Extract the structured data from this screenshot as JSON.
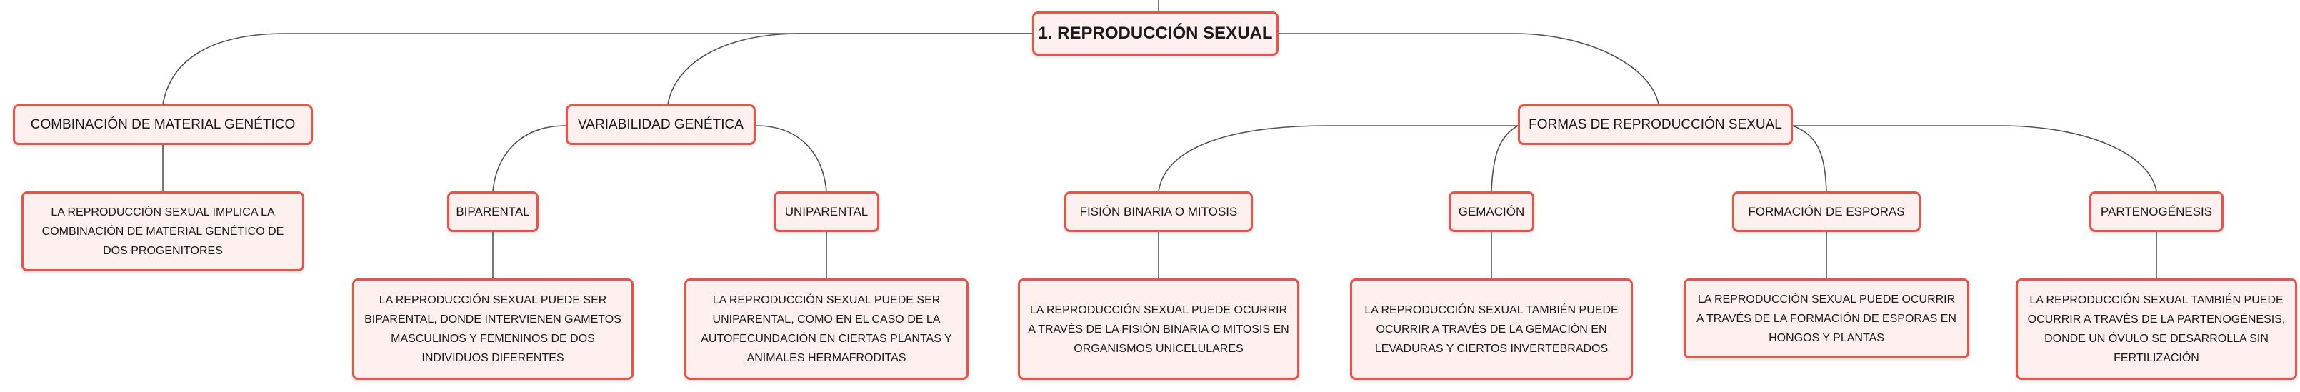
{
  "root": {
    "label": "1. REPRODUCCIÓN SEXUAL"
  },
  "combinacion": {
    "label": "COMBINACIÓN DE MATERIAL GENÉTICO",
    "text": "LA REPRODUCCIÓN SEXUAL IMPLICA LA COMBINACIÓN DE MATERIAL GENÉTICO DE DOS PROGENITORES"
  },
  "variabilidad": {
    "label": "VARIABILIDAD GENÉTICA",
    "biparental": {
      "label": "BIPARENTAL",
      "text": "LA REPRODUCCIÓN SEXUAL PUEDE SER BIPARENTAL, DONDE INTERVIENEN GAMETOS MASCULINOS Y FEMENINOS DE DOS INDIVIDUOS DIFERENTES"
    },
    "uniparental": {
      "label": "UNIPARENTAL",
      "text": "LA REPRODUCCIÓN SEXUAL PUEDE SER UNIPARENTAL, COMO EN EL CASO DE LA AUTOFECUNDACIÓN EN CIERTAS PLANTAS Y ANIMALES HERMAFRODITAS"
    }
  },
  "formas": {
    "label": "FORMAS DE REPRODUCCIÓN SEXUAL",
    "fision": {
      "label": "FISIÓN BINARIA O MITOSIS",
      "text": "LA REPRODUCCIÓN SEXUAL PUEDE OCURRIR A TRAVÉS DE LA FISIÓN BINARIA O MITOSIS EN ORGANISMOS UNICELULARES"
    },
    "gemacion": {
      "label": "GEMACIÓN",
      "text": "LA REPRODUCCIÓN SEXUAL TAMBIÉN PUEDE OCURRIR A TRAVÉS DE LA GEMACIÓN EN LEVADURAS Y CIERTOS INVERTEBRADOS"
    },
    "esporas": {
      "label": "FORMACIÓN DE ESPORAS",
      "text": "LA REPRODUCCIÓN SEXUAL PUEDE OCURRIR A TRAVÉS DE LA FORMACIÓN DE ESPORAS EN HONGOS Y PLANTAS"
    },
    "partenogenesis": {
      "label": "PARTENOGÉNESIS",
      "text": "LA REPRODUCCIÓN SEXUAL TAMBIÉN PUEDE OCURRIR A TRAVÉS DE LA PARTENOGÉNESIS, DONDE UN ÓVULO SE DESARROLLA SIN FERTILIZACIÓN"
    }
  },
  "colors": {
    "node_border": "#e4554a",
    "node_fill": "#fdf0ee",
    "connector": "#555555"
  }
}
